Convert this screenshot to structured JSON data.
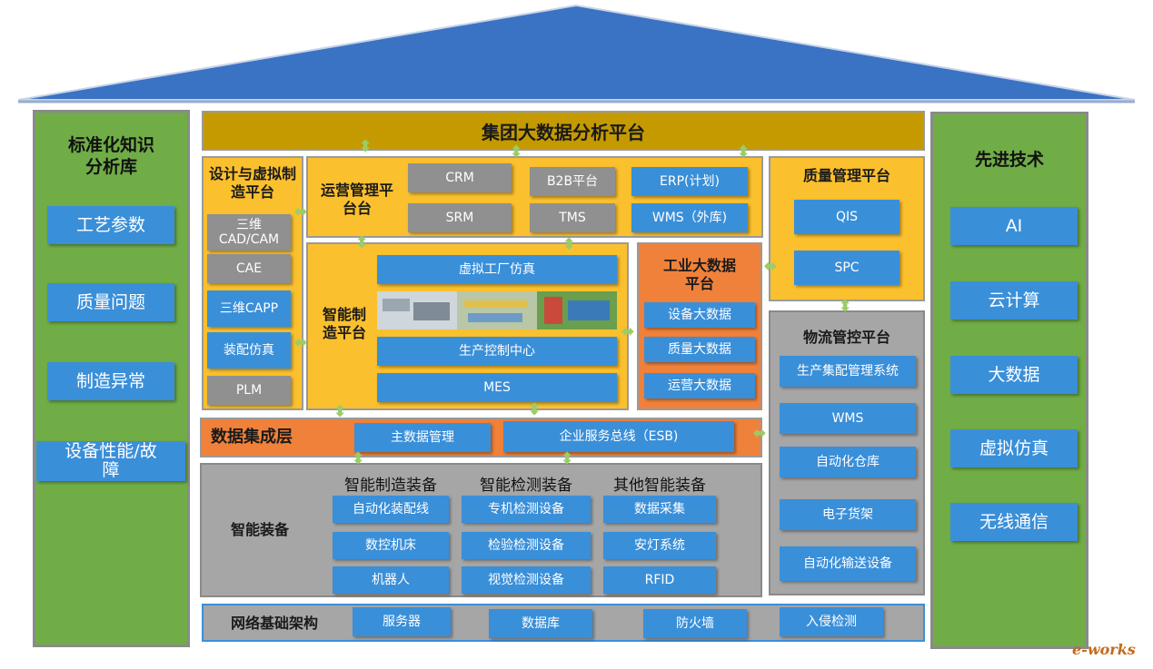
{
  "colors": {
    "roof": "#3a73c4",
    "pillar": "#70ad47",
    "gold": "#fbc02d",
    "orange": "#f0813a",
    "gray": "#a6a6a6",
    "blue_button": "#3a8fd9",
    "dark_gold": "#c49a00"
  },
  "left_pillar": {
    "title": "标准化知识\n分析库",
    "items": [
      "工艺参数",
      "质量问题",
      "制造异常",
      "设备性能/故\n障"
    ]
  },
  "right_pillar": {
    "title": "先进技术",
    "items": [
      "AI",
      "云计算",
      "大数据",
      "虚拟仿真",
      "无线通信"
    ]
  },
  "top_bar": {
    "title": "集团大数据分析平台"
  },
  "design_platform": {
    "title": "设计与虚拟制\n造平台",
    "items": [
      "三维\nCAD/CAM",
      "CAE",
      "三维CAPP",
      "装配仿真",
      "PLM"
    ]
  },
  "ops_platform": {
    "title": "运营管理平\n台台",
    "items": [
      "CRM",
      "B2B平台",
      "ERP(计划)",
      "SRM",
      "TMS",
      "WMS（外库)"
    ]
  },
  "quality_platform": {
    "title": "质量管理平台",
    "items": [
      "QIS",
      "SPC"
    ]
  },
  "smart_mfg_platform": {
    "title": "智能制\n造平台",
    "items": [
      "虚拟工厂仿真",
      "生产控制中心",
      "MES"
    ]
  },
  "industrial_bigdata": {
    "title": "工业大数据\n平台",
    "items": [
      "设备大数据",
      "质量大数据",
      "运营大数据"
    ]
  },
  "logistics_platform": {
    "title": "物流管控平台",
    "items": [
      "生产集配管理系统",
      "WMS",
      "自动化仓库",
      "电子货架",
      "自动化输送设备"
    ]
  },
  "data_layer": {
    "title": "数据集成层",
    "items": [
      "主数据管理",
      "企业服务总线（ESB)"
    ]
  },
  "smart_equipment": {
    "title": "智能装备",
    "columns": [
      {
        "header": "智能制造装备",
        "items": [
          "自动化装配线",
          "数控机床",
          "机器人"
        ]
      },
      {
        "header": "智能检测装备",
        "items": [
          "专机检测设备",
          "检验检测设备",
          "视觉检测设备"
        ]
      },
      {
        "header": "其他智能装备",
        "items": [
          "数据采集",
          "安灯系统",
          "RFID"
        ]
      }
    ]
  },
  "network": {
    "title": "网络基础架构",
    "items": [
      "服务器",
      "数据库",
      "防火墙",
      "入侵检测"
    ]
  },
  "logo": {
    "text": "e-works"
  }
}
